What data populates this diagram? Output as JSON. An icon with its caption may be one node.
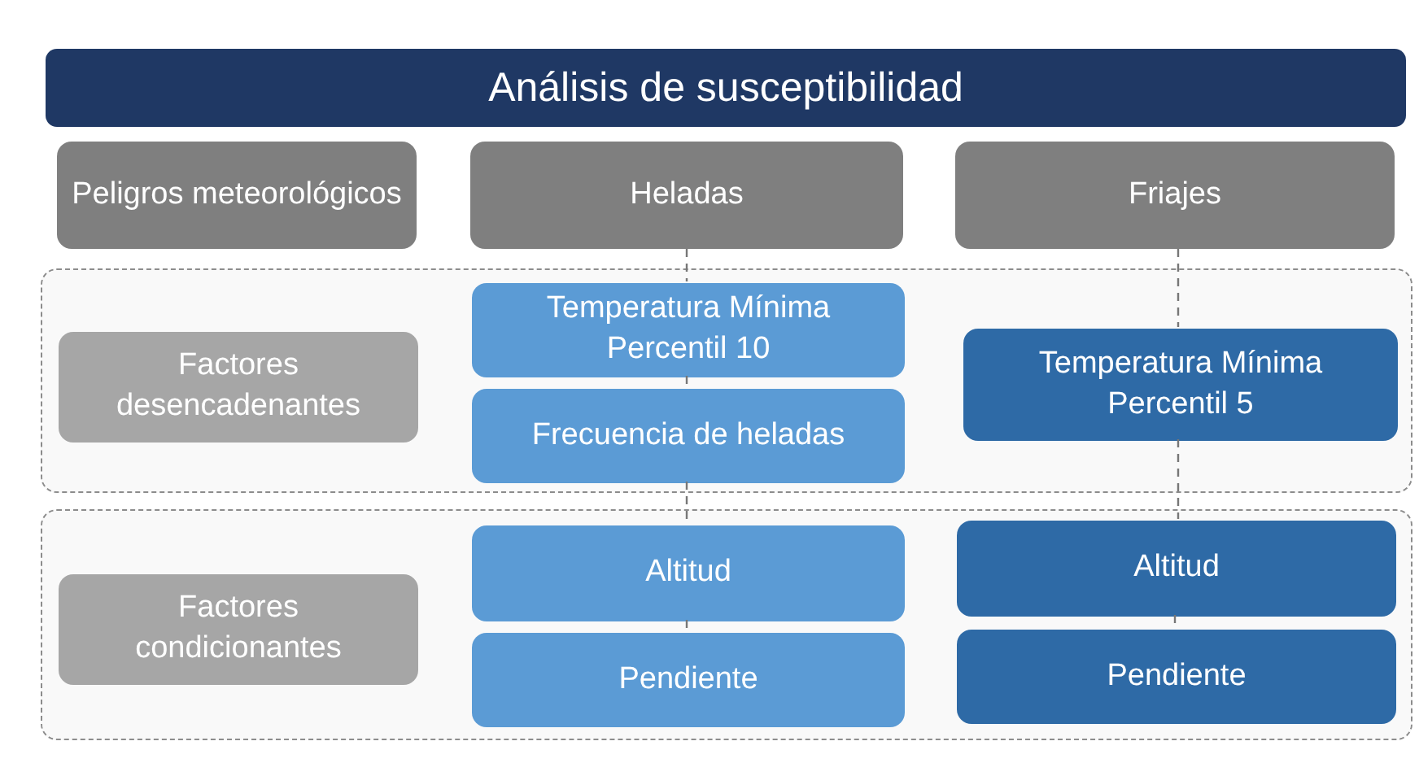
{
  "diagram": {
    "title": "Análisis de susceptibilidad",
    "nodes": [
      {
        "text": [
          "Peligros meteorológicos"
        ]
      },
      {
        "text": [
          "Heladas"
        ]
      },
      {
        "text": [
          "Friajes"
        ]
      },
      {
        "text": [],
        "shape": "box"
      },
      {
        "text": [
          "Factores desencadenantes"
        ],
        "in": 3
      },
      {
        "text": [
          "Temperatura Mínima Percentil 10"
        ],
        "in": 3
      },
      {
        "text": [
          "Frecuencia de heladas"
        ],
        "in": 3
      },
      {
        "text": [
          "Temperatura Mínima Percentil 5"
        ],
        "in": 3
      },
      {
        "text": [],
        "shape": "box"
      },
      {
        "text": [
          "Factores condicionantes"
        ],
        "in": 8
      },
      {
        "text": [
          "Altitud"
        ],
        "in": 8
      },
      {
        "text": [
          "Altitud"
        ],
        "in": 8
      },
      {
        "text": [
          "Pendiente"
        ],
        "in": 8
      },
      {
        "text": [
          "Pendiente"
        ],
        "in": 8
      }
    ],
    "edges": [
      {
        "from": 1,
        "to": 5,
        "arrow": "none",
        "style": "dashed"
      },
      {
        "from": 5,
        "to": 6,
        "arrow": "none",
        "style": "dashed"
      },
      {
        "from": 6,
        "to": 10,
        "arrow": "none",
        "style": "dashed"
      },
      {
        "from": 10,
        "to": 12,
        "arrow": "none",
        "style": "dashed"
      },
      {
        "from": 2,
        "to": 7,
        "arrow": "none",
        "style": "dashed"
      },
      {
        "from": 7,
        "to": 11,
        "arrow": "none",
        "style": "dashed"
      },
      {
        "from": 11,
        "to": 13,
        "arrow": "none",
        "style": "dashed"
      }
    ]
  }
}
